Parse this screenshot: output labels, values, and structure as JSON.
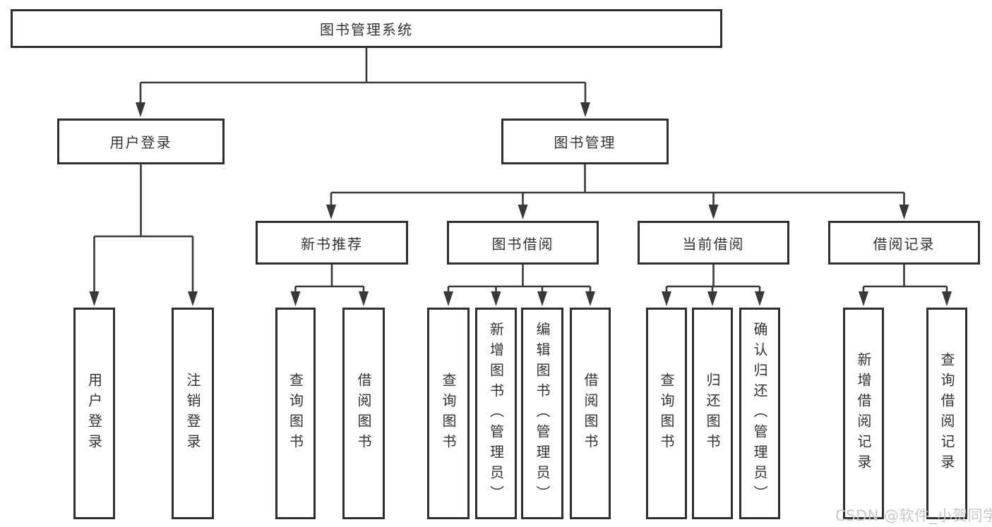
{
  "diagram": {
    "root": {
      "label": "图书管理系统",
      "children": [
        {
          "label": "用户登录",
          "children": [
            {
              "label": "用户登录"
            },
            {
              "label": "注销登录"
            }
          ]
        },
        {
          "label": "图书管理",
          "children": [
            {
              "label": "新书推荐",
              "children": [
                {
                  "label": "查询图书"
                },
                {
                  "label": "借阅图书"
                }
              ]
            },
            {
              "label": "图书借阅",
              "children": [
                {
                  "label": "查询图书"
                },
                {
                  "label": "新增图书（管理员）"
                },
                {
                  "label": "编辑图书（管理员）"
                },
                {
                  "label": "借阅图书"
                }
              ]
            },
            {
              "label": "当前借阅",
              "children": [
                {
                  "label": "查询图书"
                },
                {
                  "label": "归还图书"
                },
                {
                  "label": "确认归还（管理员）"
                }
              ]
            },
            {
              "label": "借阅记录",
              "children": [
                {
                  "label": "新增借阅记录"
                },
                {
                  "label": "查询借阅记录"
                }
              ]
            }
          ]
        }
      ]
    }
  },
  "watermark": {
    "text": "CSDN @软件_小贺同学"
  },
  "colors": {
    "line": "#383838",
    "box_border": "#2f2f2f",
    "box_fill": "#ffffff",
    "text": "#333333",
    "watermark": "#c8c8c8"
  }
}
